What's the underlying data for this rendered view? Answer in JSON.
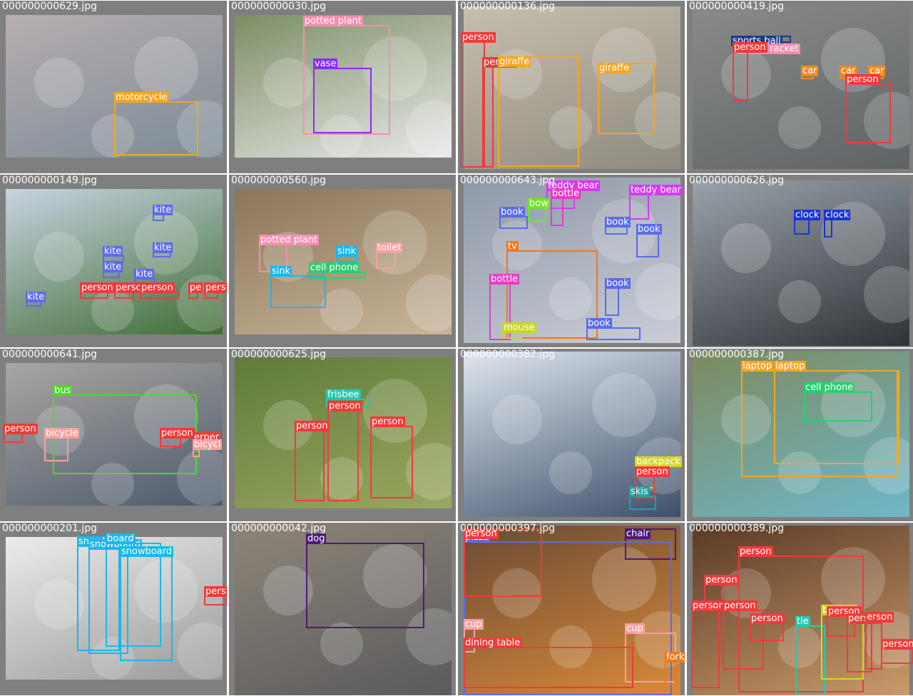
{
  "mosaic_title": "",
  "tiles": [
    {
      "file": "000000000629.jpg",
      "photo": "#b7aeb1",
      "photo2": "#7c8b96",
      "boxes": [
        {
          "label": "motorcycle",
          "color": "#f5a623"
        }
      ]
    },
    {
      "file": "000000000030.jpg",
      "photo": "#7c8e64",
      "photo2": "#e9e9ea",
      "boxes": [
        {
          "label": "potted plant",
          "color": "#f48fb1"
        },
        {
          "label": "vase",
          "color": "#8c2cf0"
        }
      ]
    },
    {
      "file": "000000000136.jpg",
      "photo": "#c7bfad",
      "photo2": "#8f8a80",
      "boxes": [
        {
          "label": "person",
          "color": "#ee3b3b"
        },
        {
          "label": "person",
          "color": "#ee3b3b"
        },
        {
          "label": "giraffe",
          "color": "#f5a623"
        },
        {
          "label": "giraffe",
          "color": "#f5a623"
        }
      ]
    },
    {
      "file": "000000000419.jpg",
      "photo": "#8a8b89",
      "photo2": "#5e6366",
      "boxes": [
        {
          "label": "sports ball",
          "color": "#1f3a8a"
        },
        {
          "label": "tennis racket",
          "color": "#f48fb1"
        },
        {
          "label": "person",
          "color": "#ee3b3b"
        },
        {
          "label": "car",
          "color": "#f28a1b"
        },
        {
          "label": "car",
          "color": "#f28a1b"
        },
        {
          "label": "car",
          "color": "#f28a1b"
        },
        {
          "label": "person",
          "color": "#ee3b3b"
        }
      ]
    },
    {
      "file": "000000000149.jpg",
      "photo": "#c8d3e2",
      "photo2": "#3f6d34",
      "boxes": [
        {
          "label": "kite",
          "color": "#5b6be8"
        },
        {
          "label": "kite",
          "color": "#5b6be8"
        },
        {
          "label": "kite",
          "color": "#5b6be8"
        },
        {
          "label": "kite",
          "color": "#5b6be8"
        },
        {
          "label": "kite",
          "color": "#5b6be8"
        },
        {
          "label": "kite",
          "color": "#5b6be8"
        },
        {
          "label": "person",
          "color": "#ee3b3b"
        },
        {
          "label": "person",
          "color": "#ee3b3b"
        },
        {
          "label": "person",
          "color": "#ee3b3b"
        },
        {
          "label": "pe",
          "color": "#ee3b3b"
        },
        {
          "label": "pers",
          "color": "#ee3b3b"
        }
      ]
    },
    {
      "file": "000000000560.jpg",
      "photo": "#8c7659",
      "photo2": "#c9b59a",
      "boxes": [
        {
          "label": "potted plant",
          "color": "#f48fb1"
        },
        {
          "label": "sink",
          "color": "#1ab8e8"
        },
        {
          "label": "toilet",
          "color": "#f7a1a1"
        },
        {
          "label": "sink",
          "color": "#1ab8e8"
        },
        {
          "label": "cell phone",
          "color": "#2ecc71"
        }
      ]
    },
    {
      "file": "000000000643.jpg",
      "photo": "#8f98a8",
      "photo2": "#c9cdd6",
      "boxes": [
        {
          "label": "teddy bear",
          "color": "#d63af0"
        },
        {
          "label": "bottle",
          "color": "#e83cc8"
        },
        {
          "label": "teddy bear",
          "color": "#d63af0"
        },
        {
          "label": "bow",
          "color": "#6be82a"
        },
        {
          "label": "book",
          "color": "#5b6be8"
        },
        {
          "label": "book",
          "color": "#5b6be8"
        },
        {
          "label": "book",
          "color": "#5b6be8"
        },
        {
          "label": "tv",
          "color": "#f0781e"
        },
        {
          "label": "bottle",
          "color": "#e83cc8"
        },
        {
          "label": "book",
          "color": "#5b6be8"
        },
        {
          "label": "book",
          "color": "#5b6be8"
        },
        {
          "label": "mouse",
          "color": "#c9d42a"
        }
      ]
    },
    {
      "file": "000000000626.jpg",
      "photo": "#9aa2aa",
      "photo2": "#2f3338",
      "boxes": [
        {
          "label": "clock",
          "color": "#1a35d6"
        },
        {
          "label": "clock",
          "color": "#1a35d6"
        }
      ]
    },
    {
      "file": "000000000641.jpg",
      "photo": "#a9a6a2",
      "photo2": "#4d5a6c",
      "boxes": [
        {
          "label": "bus",
          "color": "#4cd92a"
        },
        {
          "label": "person",
          "color": "#ee3b3b"
        },
        {
          "label": "bicycle",
          "color": "#f7a1a1"
        },
        {
          "label": "person",
          "color": "#ee3b3b"
        },
        {
          "label": "erper",
          "color": "#ee3b3b"
        },
        {
          "label": "bicycl",
          "color": "#f7a1a1"
        }
      ]
    },
    {
      "file": "000000000625.jpg",
      "photo": "#5f7b3a",
      "photo2": "#9aa860",
      "boxes": [
        {
          "label": "frisbee",
          "color": "#22c9b0"
        },
        {
          "label": "person",
          "color": "#ee3b3b"
        },
        {
          "label": "person",
          "color": "#ee3b3b"
        },
        {
          "label": "person",
          "color": "#ee3b3b"
        }
      ]
    },
    {
      "file": "000000000382.jpg",
      "photo": "#dfe6ee",
      "photo2": "#3d4f6b",
      "boxes": [
        {
          "label": "backpack",
          "color": "#d6d62a"
        },
        {
          "label": "skis",
          "color": "#1aa6a6"
        },
        {
          "label": "person",
          "color": "#ee3b3b"
        }
      ]
    },
    {
      "file": "000000000387.jpg",
      "photo": "#7d8a5e",
      "photo2": "#6fb7c9",
      "boxes": [
        {
          "label": "laptop",
          "color": "#f5a623"
        },
        {
          "label": "laptop",
          "color": "#f5a623"
        },
        {
          "label": "cell phone",
          "color": "#2ecc71"
        }
      ]
    },
    {
      "file": "000000000201.jpg",
      "photo": "#ececec",
      "photo2": "#9a9a9a",
      "boxes": [
        {
          "label": "snowboard",
          "color": "#1ab8e8"
        },
        {
          "label": "snowboard",
          "color": "#1ab8e8"
        },
        {
          "label": "board",
          "color": "#1ab8e8"
        },
        {
          "label": "snowboard",
          "color": "#1ab8e8"
        },
        {
          "label": "pers",
          "color": "#ee3b3b"
        }
      ]
    },
    {
      "file": "000000000042.jpg",
      "photo": "#8d8578",
      "photo2": "#5b5a5c",
      "boxes": [
        {
          "label": "dog",
          "color": "#4b1a7a"
        }
      ]
    },
    {
      "file": "000000000397.jpg",
      "photo": "#6b4a34",
      "photo2": "#d98a3a",
      "boxes": [
        {
          "label": "chair",
          "color": "#4b1a7a"
        },
        {
          "label": "pizza",
          "color": "#5b6be8"
        },
        {
          "label": "person",
          "color": "#ee3b3b"
        },
        {
          "label": "cup",
          "color": "#f7a1a1"
        },
        {
          "label": "cup",
          "color": "#f7a1a1"
        },
        {
          "label": "dining table",
          "color": "#ee3b3b"
        },
        {
          "label": "fork",
          "color": "#f0781e"
        }
      ]
    },
    {
      "file": "000000000389.jpg",
      "photo": "#5a3a26",
      "photo2": "#c99a6a",
      "boxes": [
        {
          "label": "person",
          "color": "#ee3b3b"
        },
        {
          "label": "person",
          "color": "#ee3b3b"
        },
        {
          "label": "person",
          "color": "#ee3b3b"
        },
        {
          "label": "person",
          "color": "#ee3b3b"
        },
        {
          "label": "person",
          "color": "#ee3b3b"
        },
        {
          "label": "tie",
          "color": "#22c9b0"
        },
        {
          "label": "backpa",
          "color": "#d6d62a"
        },
        {
          "label": "person",
          "color": "#ee3b3b"
        },
        {
          "label": "person",
          "color": "#ee3b3b"
        },
        {
          "label": "erson",
          "color": "#ee3b3b"
        },
        {
          "label": "person",
          "color": "#ee3b3b"
        }
      ]
    }
  ]
}
